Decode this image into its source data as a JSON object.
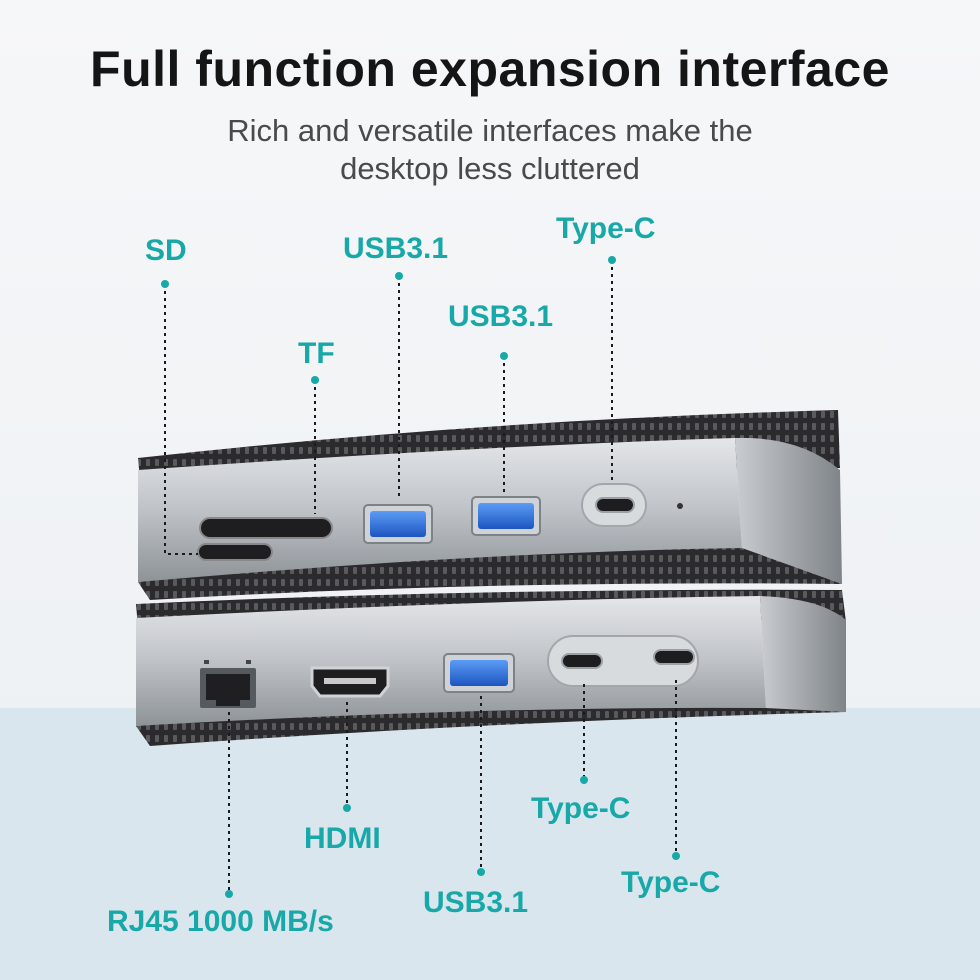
{
  "header": {
    "title": "Full function expansion interface",
    "subtitle_line1": "Rich and versatile interfaces make the",
    "subtitle_line2": "desktop less cluttered"
  },
  "ports_top": {
    "sd": "SD",
    "tf": "TF",
    "usb_a1": "USB3.1",
    "usb_a2": "USB3.1",
    "type_c": "Type-C"
  },
  "ports_bottom": {
    "rj45": "RJ45 1000 MB/s",
    "hdmi": "HDMI",
    "usb_a": "USB3.1",
    "type_c1": "Type-C",
    "type_c2": "Type-C"
  },
  "colors": {
    "accent": "#18a8a8",
    "usb_blue": "#2f6fd6",
    "shell": "#b8bcc1",
    "vent": "#2a2a2c"
  }
}
